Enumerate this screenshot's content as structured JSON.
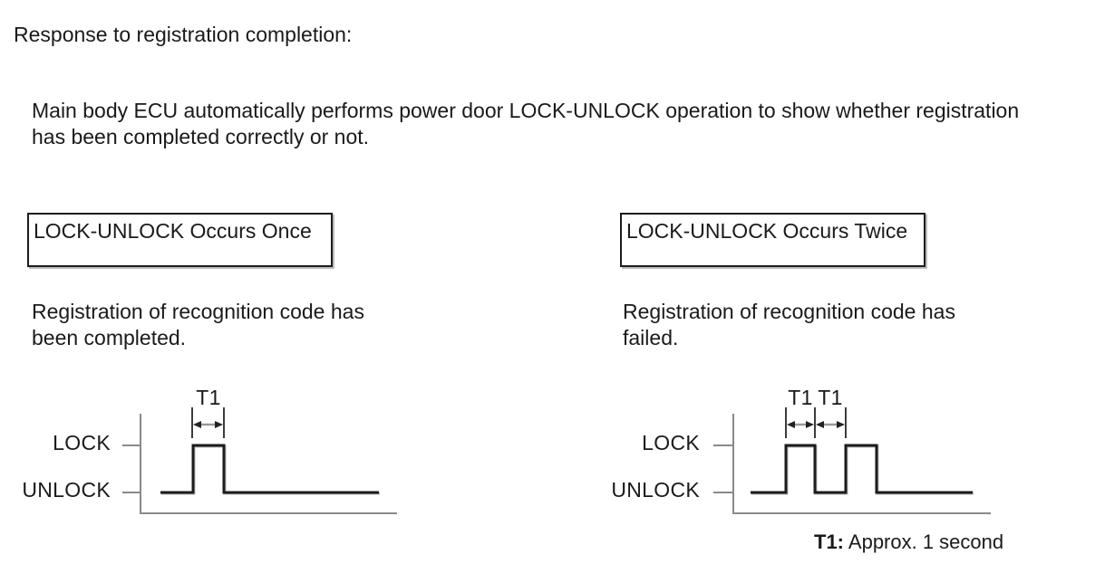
{
  "page": {
    "title": "Response to registration completion:",
    "intro": "Main body ECU automatically performs power door LOCK-UNLOCK operation to show whether registration has been completed correctly or not.",
    "footnote": {
      "label": "T1:",
      "text": "Approx. 1 second"
    }
  },
  "colors": {
    "background": "#ffffff",
    "text": "#1a1a1a",
    "waveform": "#1c1c1c",
    "axis_gray": "#8a8a8a",
    "measure_tick": "#3c3c3c",
    "arrow_shaft": "#9a9a9a",
    "arrow_head": "#222222",
    "box_border": "#1c1c1c"
  },
  "panels": [
    {
      "box_label": "LOCK-UNLOCK Occurs Once",
      "description": "Registration of recognition code has been completed.",
      "lock_label": "LOCK",
      "unlock_label": "UNLOCK",
      "t1_labels": [
        "T1"
      ],
      "pulse_count": 1
    },
    {
      "box_label": "LOCK-UNLOCK Occurs Twice",
      "description": "Registration of recognition code has failed.",
      "lock_label": "LOCK",
      "unlock_label": "UNLOCK",
      "t1_labels": [
        "T1",
        "T1"
      ],
      "pulse_count": 2
    }
  ]
}
